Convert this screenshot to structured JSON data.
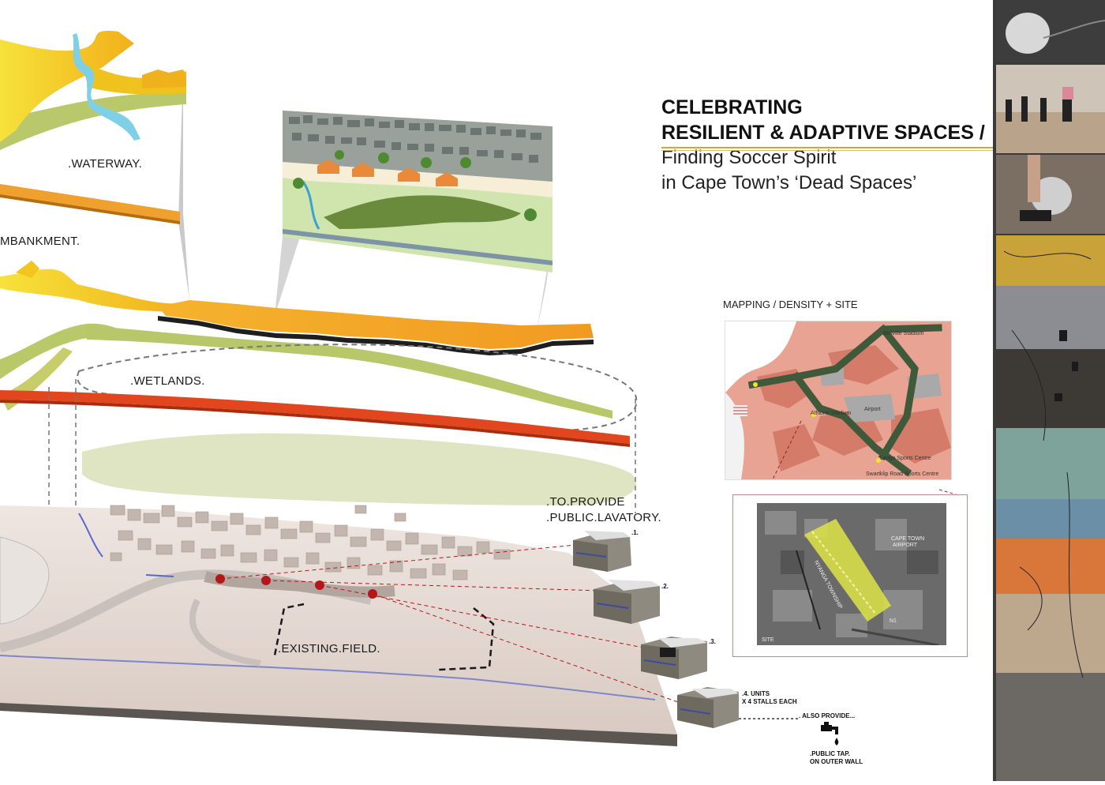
{
  "title": {
    "line1": "CELEBRATING",
    "line2": "RESILIENT & ADAPTIVE SPACES /",
    "line3": "Finding Soccer Spirit",
    "line4": "in Cape Town’s ‘Dead Spaces’"
  },
  "layers": {
    "waterway": ".WATERWAY.",
    "embankment": "MBANKMENT.",
    "wetlands": ".WETLANDS.",
    "existing_field": ".EXISTING.FIELD."
  },
  "lavatory": {
    "line1": ".TO.PROVIDE",
    "line2": ".PUBLIC.LAVATORY.",
    "units": [
      ".1.",
      ".2.",
      ".3."
    ],
    "units_note_line1": ".4. UNITS",
    "units_note_line2": "X 4 STALLS EACH",
    "also_provide": ". ALSO PROVIDE...",
    "tap_line1": ".PUBLIC TAP.",
    "tap_line2": "ON OUTER WALL"
  },
  "mapping": {
    "title": "MAPPING / DENSITY + SITE",
    "map1_labels": [
      "Athlone Stadium",
      "Airport",
      "Swartklip Road Sports Centre",
      "Langa Sports Centre",
      "Bellville Stadium"
    ],
    "map2_labels": [
      "CAPE TOWN",
      "AIRPORT",
      "NYANGA TOWNSHIP",
      "N1",
      "SITE"
    ]
  },
  "colors": {
    "embankment_yellow": "#f2c21c",
    "embankment_orange": "#f0a22a",
    "waterway_blue": "#7fd0e6",
    "wetland_green": "#dfe4c2",
    "road_red": "#e2461e",
    "field_taupe": "#d8cbc4",
    "accent_gold": "#c9a646"
  }
}
